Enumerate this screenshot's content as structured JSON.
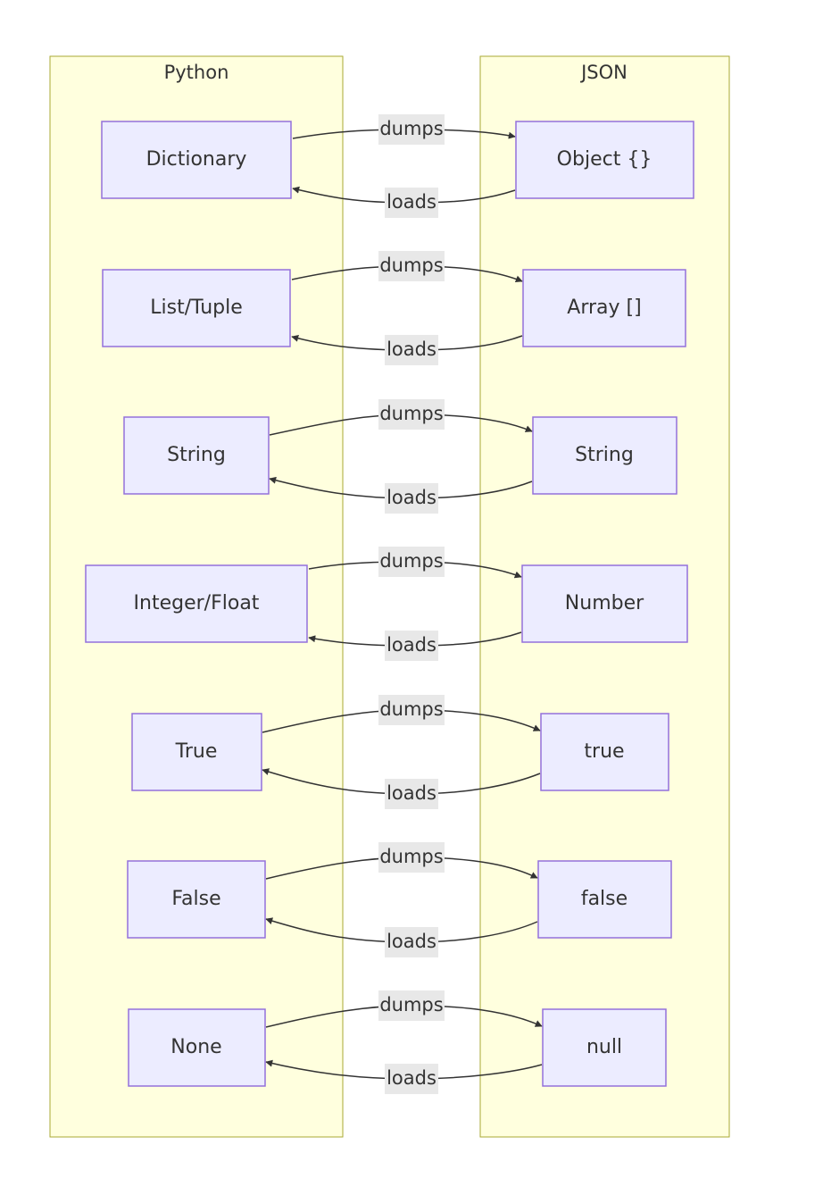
{
  "clusters": {
    "python": {
      "title": "Python"
    },
    "json": {
      "title": "JSON"
    }
  },
  "nodes": {
    "p_dict": "Dictionary",
    "p_list": "List/Tuple",
    "p_str": "String",
    "p_num": "Integer/Float",
    "p_true": "True",
    "p_false": "False",
    "p_none": "None",
    "j_obj": "Object {}",
    "j_arr": "Array []",
    "j_str": "String",
    "j_num": "Number",
    "j_true": "true",
    "j_false": "false",
    "j_null": "null"
  },
  "edge_labels": {
    "dumps": "dumps",
    "loads": "loads"
  },
  "colors": {
    "cluster_fill": "#ffffde",
    "cluster_stroke": "#aaaa33",
    "node_fill": "#ececff",
    "node_stroke": "#9370db",
    "edge": "#333333",
    "label_bg": "#e8e8e8"
  }
}
